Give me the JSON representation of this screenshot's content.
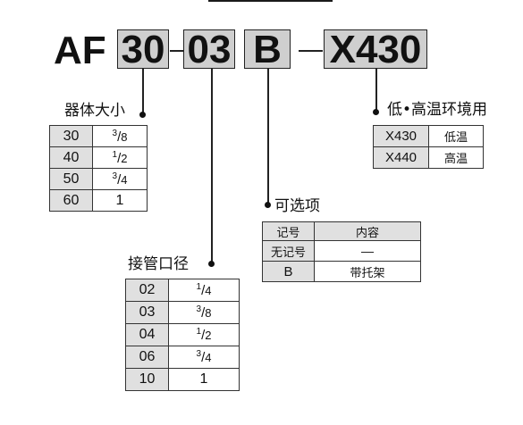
{
  "model_code": {
    "prefix": "AF",
    "body_size": "30",
    "port_size": "03",
    "option": "B",
    "suffix": "X430"
  },
  "body_size_table": {
    "title": "器体大小",
    "rows": [
      {
        "size": "30",
        "num": "3",
        "den": "8"
      },
      {
        "size": "40",
        "num": "1",
        "den": "2"
      },
      {
        "size": "50",
        "num": "3",
        "den": "4"
      },
      {
        "size": "60",
        "whole": "1"
      }
    ]
  },
  "port_size_table": {
    "title": "接管口径",
    "rows": [
      {
        "code": "02",
        "num": "1",
        "den": "4"
      },
      {
        "code": "03",
        "num": "3",
        "den": "8"
      },
      {
        "code": "04",
        "num": "1",
        "den": "2"
      },
      {
        "code": "06",
        "num": "3",
        "den": "4"
      },
      {
        "code": "10",
        "whole": "1"
      }
    ]
  },
  "option_table": {
    "title": "可选项",
    "headers": [
      "记号",
      "内容"
    ],
    "rows": [
      {
        "symbol": "无记号",
        "content": "—"
      },
      {
        "symbol": "B",
        "content": "带托架"
      }
    ]
  },
  "temp_table": {
    "title": "低•高温环境用",
    "rows": [
      {
        "code": "X430",
        "desc": "低温"
      },
      {
        "code": "X440",
        "desc": "高温"
      }
    ]
  }
}
